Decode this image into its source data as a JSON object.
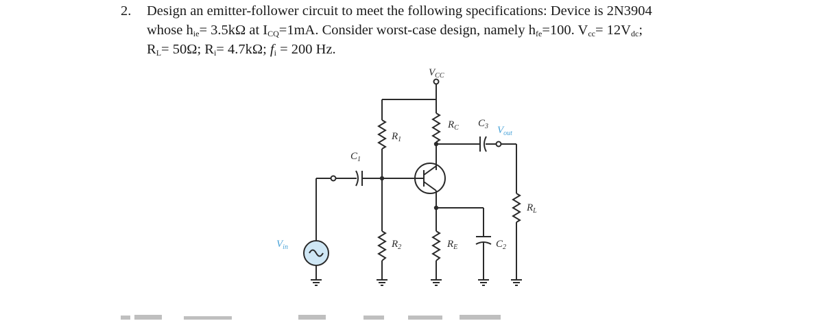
{
  "problem": {
    "number": "2.",
    "line1": "Design an emitter-follower circuit to meet the following specifications: Device is 2N3904",
    "line2": {
      "p1": "whose h",
      "s1": "ie",
      "p2": "= 3.5kΩ at I",
      "s2": "CQ",
      "p3": "=1mA. Consider worst-case design, namely h",
      "s3": "fe",
      "p4": "=100. V",
      "s4": "cc",
      "p5": "= 12V",
      "s5": "dc",
      "p6": ";"
    },
    "line3": {
      "p1": "R",
      "s1": "L",
      "p2": "= 50Ω; R",
      "s2": "i",
      "p3": "= 4.7kΩ; ",
      "p4": "f",
      "s4": "i",
      "p5": " = 200 Hz."
    }
  },
  "circuit": {
    "vcc": {
      "main": "V",
      "sub": "CC"
    },
    "r1": {
      "main": "R",
      "sub": "1"
    },
    "r2": {
      "main": "R",
      "sub": "2"
    },
    "rc": {
      "main": "R",
      "sub": "C"
    },
    "re": {
      "main": "R",
      "sub": "E"
    },
    "rl": {
      "main": "R",
      "sub": "L"
    },
    "c1": {
      "main": "C",
      "sub": "1"
    },
    "c2": {
      "main": "C",
      "sub": "2"
    },
    "c3": {
      "main": "C",
      "sub": "3"
    },
    "vin": {
      "main": "V",
      "sub": "in"
    },
    "vout": {
      "main": "V",
      "sub": "out"
    },
    "source_fill": "#cfe7f5",
    "signal_label_color": "#4aa3d8"
  }
}
